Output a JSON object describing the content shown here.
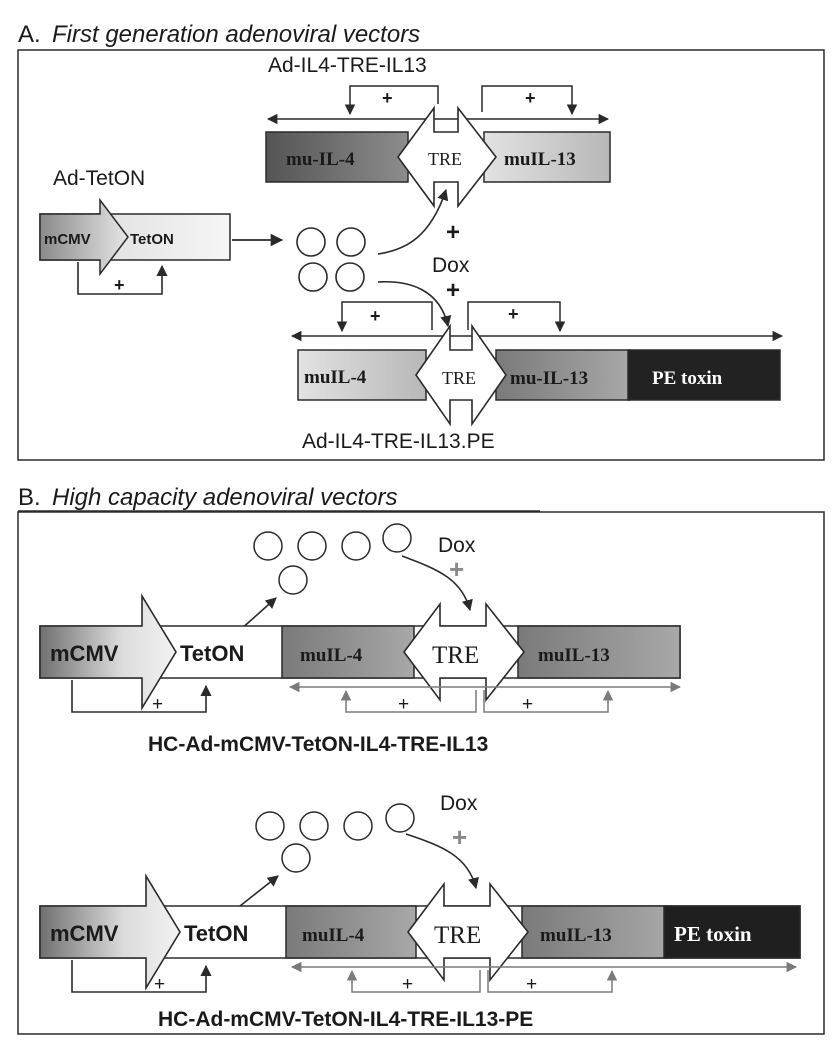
{
  "panel_a": {
    "heading_letter": "A.",
    "heading_title": "First generation adenoviral vectors",
    "ad_tetOn": {
      "label": "Ad-TetON",
      "promoter": "mCMV",
      "gene": "TetON",
      "activation": "+"
    },
    "vector_top": {
      "label": "Ad-IL4-TRE-IL13",
      "left_gene": "mu-IL-4",
      "center": "TRE",
      "right_gene": "muIL-13",
      "left_activation": "+",
      "right_activation": "+"
    },
    "dox": {
      "label": "Dox",
      "plus_up": "+",
      "plus_down": "+"
    },
    "vector_bottom": {
      "label": "Ad-IL4-TRE-IL13.PE",
      "left_gene": "muIL-4",
      "center": "TRE",
      "right_gene": "mu-IL-13",
      "toxin": "PE toxin",
      "left_activation": "+",
      "right_activation": "+"
    }
  },
  "panel_b": {
    "heading_letter": "B.",
    "heading_title": "High capacity adenoviral vectors",
    "vector_1": {
      "label": "HC-Ad-mCMV-TetON-IL4-TRE-IL13",
      "promoter": "mCMV",
      "transactivator": "TetON",
      "left_gene": "muIL-4",
      "center": "TRE",
      "right_gene": "muIL-13",
      "dox_label": "Dox",
      "dox_plus": "+",
      "tet_activation": "+",
      "left_activation": "+",
      "right_activation": "+"
    },
    "vector_2": {
      "label": "HC-Ad-mCMV-TetON-IL4-TRE-IL13-PE",
      "promoter": "mCMV",
      "transactivator": "TetON",
      "left_gene": "muIL-4",
      "center": "TRE",
      "right_gene": "muIL-13",
      "toxin": "PE toxin",
      "dox_label": "Dox",
      "dox_plus": "+",
      "tet_activation": "+",
      "left_activation": "+",
      "right_activation": "+"
    }
  },
  "colors": {
    "outline": "#2a2a2a",
    "dark_gene": "#6a6a6a",
    "mid_gene": "#9a9a9a",
    "light_gene": "#d4d4d4",
    "toxin": "#222222",
    "plus_gray": "#8a8a8a"
  }
}
